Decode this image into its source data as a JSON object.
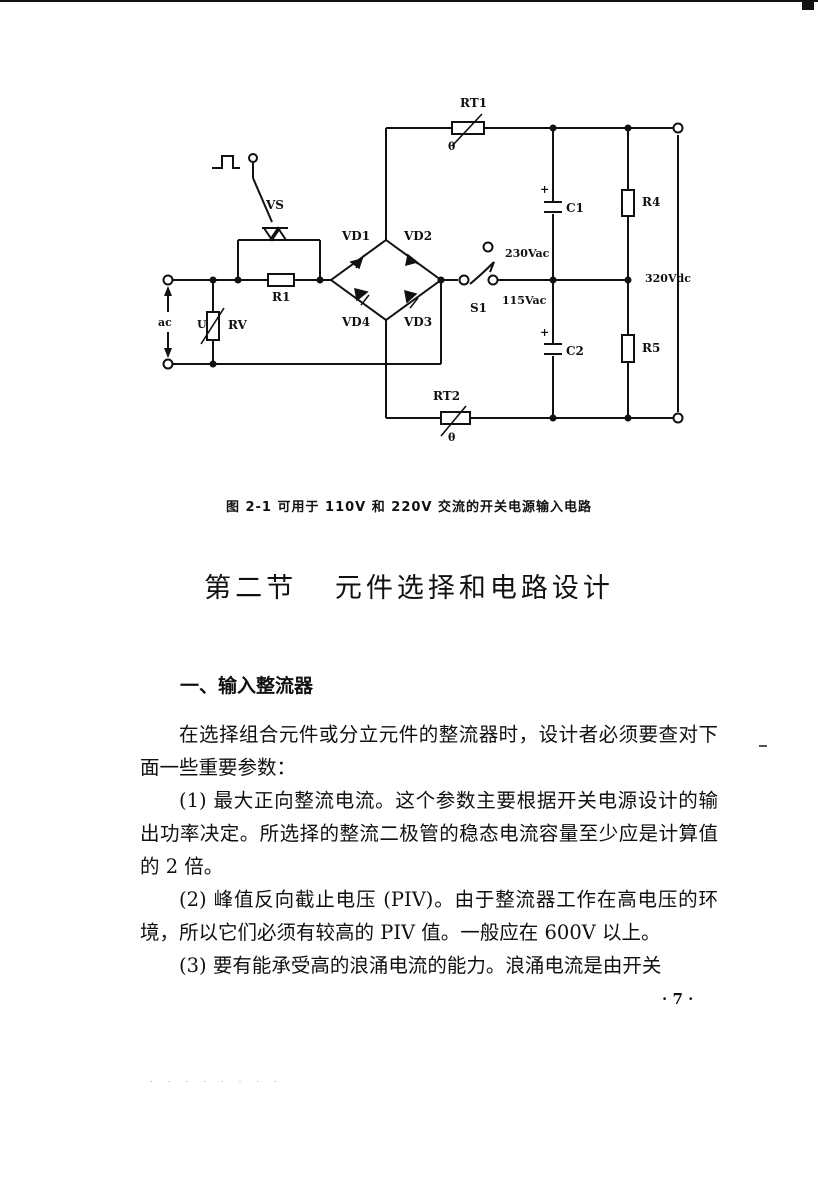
{
  "figure": {
    "caption": "图 2-1   可用于 110V 和 220V 交流的开关电源输入电路",
    "labels": {
      "rt1": "RT1",
      "rt2": "RT2",
      "vs": "VS",
      "vd1": "VD1",
      "vd2": "VD2",
      "vd3": "VD3",
      "vd4": "VD4",
      "r1": "R1",
      "rv": "RV",
      "ac": "ac",
      "c1": "C1",
      "c2": "C2",
      "r4": "R4",
      "r5": "R5",
      "s1": "S1",
      "v230": "230Vac",
      "v115": "115Vac",
      "v320": "320Vdc",
      "theta": "θ",
      "u": "U",
      "plus": "+"
    }
  },
  "section_title": "第二节   元件选择和电路设计",
  "subheading": "一、输入整流器",
  "paragraphs": [
    "在选择组合元件或分立元件的整流器时，设计者必须要查对下面一些重要参数：",
    "(1) 最大正向整流电流。这个参数主要根据开关电源设计的输出功率决定。所选择的整流二极管的稳态电流容量至少应是计算值的 2 倍。",
    "(2) 峰值反向截止电压 (PIV)。由于整流器工作在高电压的环境，所以它们必须有较高的 PIV 值。一般应在 600V 以上。",
    "(3) 要有能承受高的浪涌电流的能力。浪涌电流是由开关"
  ],
  "page_number": "· 7 ·"
}
